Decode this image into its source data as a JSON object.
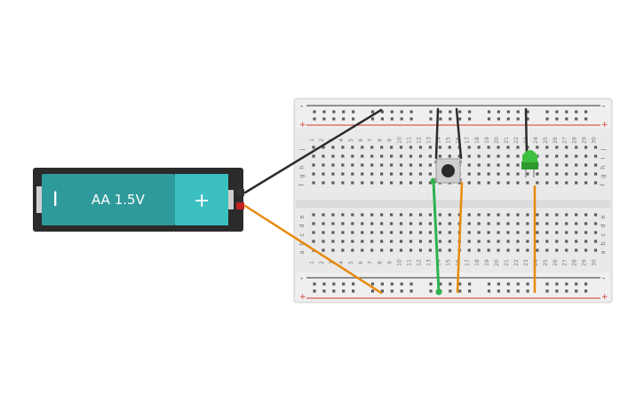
{
  "battery": {
    "label": "AA 1.5V",
    "minus_sign": "I",
    "plus_sign": "+"
  },
  "breadboard": {
    "columns": [
      "1",
      "2",
      "3",
      "4",
      "5",
      "6",
      "7",
      "8",
      "9",
      "10",
      "11",
      "12",
      "13",
      "14",
      "15",
      "16",
      "17",
      "18",
      "19",
      "20",
      "21",
      "22",
      "23",
      "24",
      "25",
      "26",
      "27",
      "28",
      "29",
      "30"
    ],
    "rows_top": [
      "j",
      "i",
      "h",
      "g",
      "f"
    ],
    "rows_bottom": [
      "e",
      "d",
      "c",
      "b",
      "a"
    ],
    "rail_minus": "-",
    "rail_plus": "+"
  },
  "colors": {
    "battery_body": "#2f9a9b",
    "battery_plus_area": "#3cbfc1",
    "battery_case": "#2b2b2b",
    "board": "#e9e9e9",
    "rail_red": "#d13a2a",
    "rail_black": "#333333",
    "wire_black": "#2b2b2b",
    "wire_orange": "#e8890c",
    "wire_green": "#2eb24e",
    "led_green": "#3fbf3f",
    "button_body": "#cfcfcf",
    "button_cap": "#2a2a2a"
  }
}
